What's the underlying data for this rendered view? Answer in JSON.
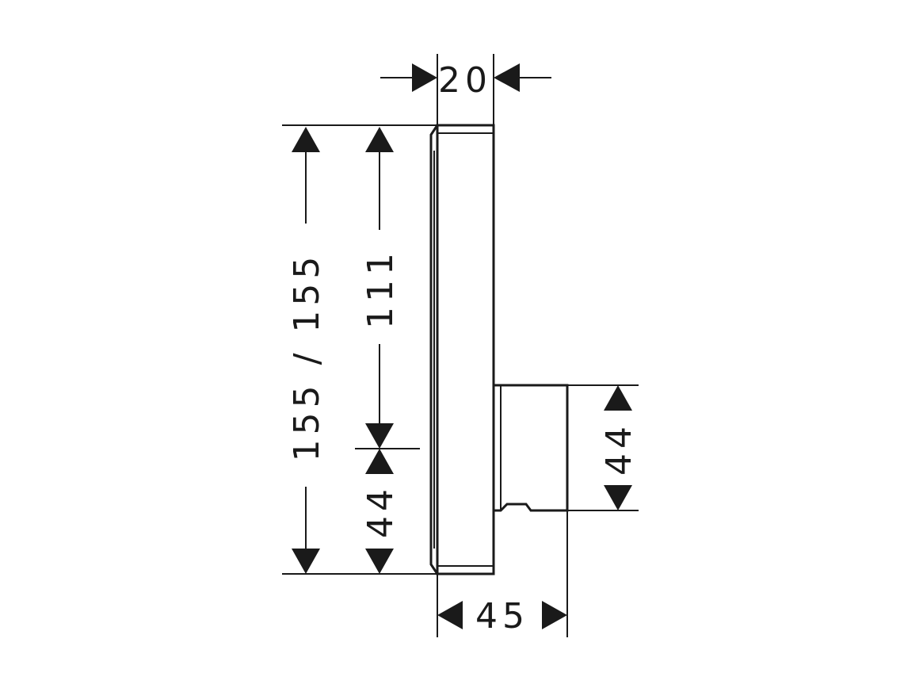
{
  "dimensions": {
    "top_width": "20",
    "total_height": "155 / 155",
    "upper_height": "111",
    "lower_height_left": "44",
    "lower_height_right": "44",
    "bottom_depth": "45"
  },
  "colors": {
    "line": "#1a1a1a",
    "background": "#ffffff"
  }
}
